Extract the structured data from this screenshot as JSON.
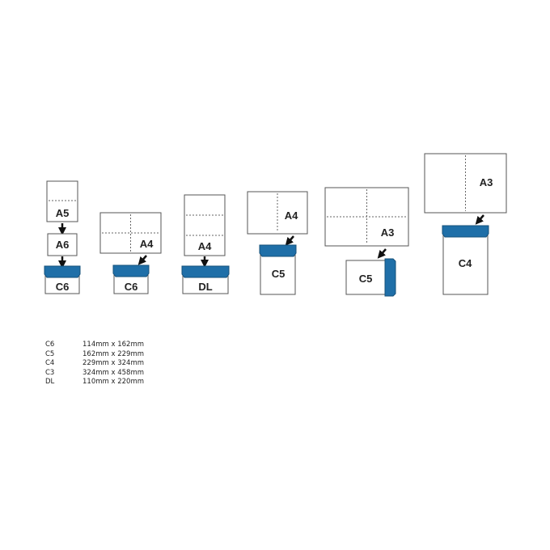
{
  "diagram": {
    "groups": [
      {
        "sheets": [
          "A5",
          "A6"
        ],
        "envelope": "C6"
      },
      {
        "sheets": [
          "A4"
        ],
        "envelope": "C6"
      },
      {
        "sheets": [
          "A4"
        ],
        "envelope": "DL"
      },
      {
        "sheets": [
          "A4"
        ],
        "envelope": "C5"
      },
      {
        "sheets": [
          "A3"
        ],
        "envelope": "C5"
      },
      {
        "sheets": [
          "A3"
        ],
        "envelope": "C4"
      }
    ]
  },
  "legend": [
    {
      "code": "C6",
      "size": "114mm x 162mm"
    },
    {
      "code": "C5",
      "size": "162mm x 229mm"
    },
    {
      "code": "C4",
      "size": "229mm x 324mm"
    },
    {
      "code": "C3",
      "size": "324mm x 458mm"
    },
    {
      "code": "DL",
      "size": "110mm x 220mm"
    }
  ],
  "colors": {
    "flap": "#1f6fa8",
    "flap_dark": "#15507a",
    "border": "#555555"
  }
}
